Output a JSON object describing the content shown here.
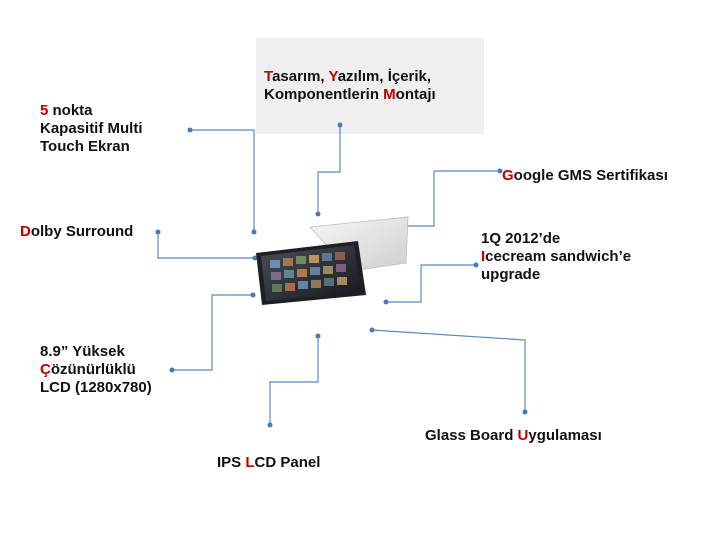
{
  "labels": {
    "top": {
      "l1_pre": "",
      "l1_a": "T",
      "l1_b": "asarım, ",
      "l1_c": "Y",
      "l1_d": "azılım, İçerik,",
      "l2_a": "Komponentlerin ",
      "l2_b": "M",
      "l2_c": "ontajı"
    },
    "touch": {
      "num": "5",
      "l1": " nokta",
      "l2": "Kapasitif Multi",
      "l3": "Touch Ekran"
    },
    "google": {
      "a": "G",
      "b": "oogle GMS Sertifikası"
    },
    "dolby": {
      "a": "D",
      "b": "olby Surround"
    },
    "ics": {
      "l1": "1Q 2012’de",
      "l2_a": "I",
      "l2_b": "cecream sandwich’e",
      "l3": "upgrade"
    },
    "lcd": {
      "l1": "8.9” Yüksek",
      "l2_a": "Ç",
      "l2_b": "özünürlüklü",
      "l3": "LCD (1280x780)"
    },
    "glass": {
      "a": "Glass Board ",
      "b": "U",
      "c": "ygulaması"
    },
    "ips": {
      "a": "IPS ",
      "b": "L",
      "c": "CD Panel"
    }
  },
  "colors": {
    "accent": "#c00000",
    "wire": "#4a7ab5",
    "box": "#efefef"
  }
}
